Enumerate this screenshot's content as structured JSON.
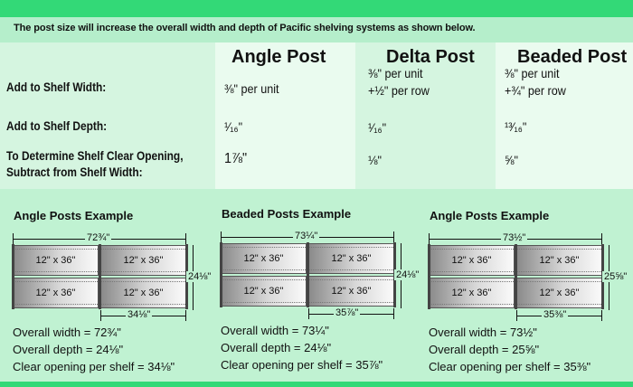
{
  "intro": "The post size will increase the overall width and depth of Pacific shelving systems as shown below.",
  "table": {
    "row_labels": [
      "Add to Shelf Width:",
      "Add to Shelf Depth:",
      "To Determine Shelf Clear Opening,",
      "Subtract from Shelf Width:"
    ],
    "columns": [
      {
        "header": "Angle Post",
        "width": [
          "⅜\" per unit",
          ""
        ],
        "depth": "¹⁄₁₆\"",
        "clear": "1⅞\""
      },
      {
        "header": "Delta Post",
        "width": [
          "⅜\" per unit",
          "+½\" per row"
        ],
        "depth": "¹⁄₁₆\"",
        "clear": "⅛\""
      },
      {
        "header": "Beaded Post",
        "width": [
          "⅜\" per unit",
          "+¾\" per row"
        ],
        "depth": "¹³⁄₁₆\"",
        "clear": "⅝\""
      }
    ]
  },
  "examples": [
    {
      "title": "Angle Posts Example",
      "overall_label": "72¾\"",
      "depth_label": "24⅛\"",
      "clear_label": "34⅛\"",
      "shelf_label": "12\" x 36\"",
      "lines": [
        "Overall width = 72¾\"",
        "Overall depth = 24⅛\"",
        "Clear opening per shelf = 34⅛\""
      ]
    },
    {
      "title": "Beaded Posts Example",
      "overall_label": "73¼\"",
      "depth_label": "24⅛\"",
      "clear_label": "35⅞\"",
      "shelf_label": "12\" x 36\"",
      "lines": [
        "Overall width = 73¼\"",
        "Overall depth = 24⅛\"",
        "Clear opening per shelf = 35⅞\""
      ]
    },
    {
      "title": "Angle Posts Example",
      "overall_label": "73½\"",
      "depth_label": "25⅝\"",
      "clear_label": "35⅜\"",
      "shelf_label": "12\" x 36\"",
      "lines": [
        "Overall width = 73½\"",
        "Overall depth = 25⅝\"",
        "Clear opening per shelf = 35⅜\""
      ]
    }
  ]
}
